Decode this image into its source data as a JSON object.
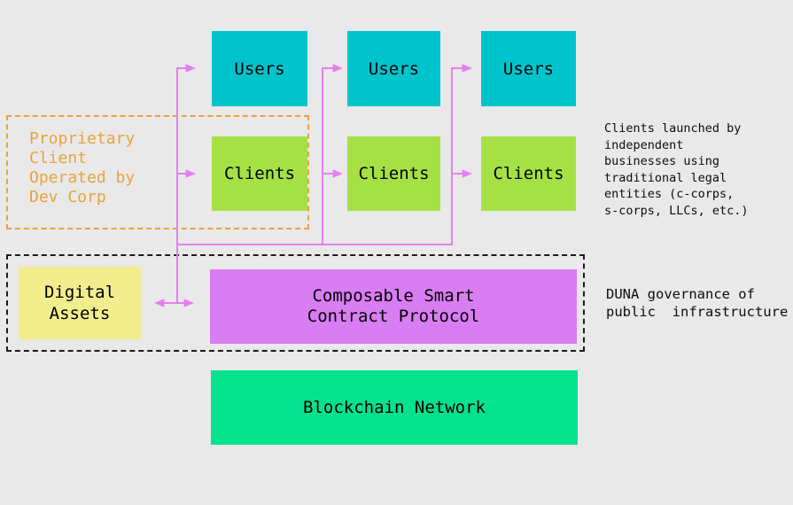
{
  "colors": {
    "background": "#e9e9e9",
    "users_box": "#00c4cc",
    "clients_box": "#a5e145",
    "digital_assets_box": "#f2ee8e",
    "smart_contract_box": "#d97df2",
    "blockchain_box": "#04e28e",
    "connector_lines": "#e57ff0",
    "proprietary_outline": "#e8a33b",
    "governance_outline": "#1c1c1c",
    "box_text": "#000000"
  },
  "proprietary_group": {
    "label": "Proprietary\nClient\nOperated by\nDev Corp"
  },
  "columns": [
    {
      "users": "Users",
      "clients": "Clients"
    },
    {
      "users": "Users",
      "clients": "Clients"
    },
    {
      "users": "Users",
      "clients": "Clients"
    }
  ],
  "protocol_group": {
    "digital_assets": "Digital\nAssets",
    "smart_contract": "Composable Smart\nContract Protocol"
  },
  "blockchain": {
    "label": "Blockchain Network"
  },
  "annotations": {
    "clients_note": "Clients launched by\nindependent\nbusinesses using\ntraditional legal\nentities (c-corps,\ns-corps, LLCs, etc.)",
    "duna_note": "DUNA governance of\npublic  infrastructure"
  }
}
